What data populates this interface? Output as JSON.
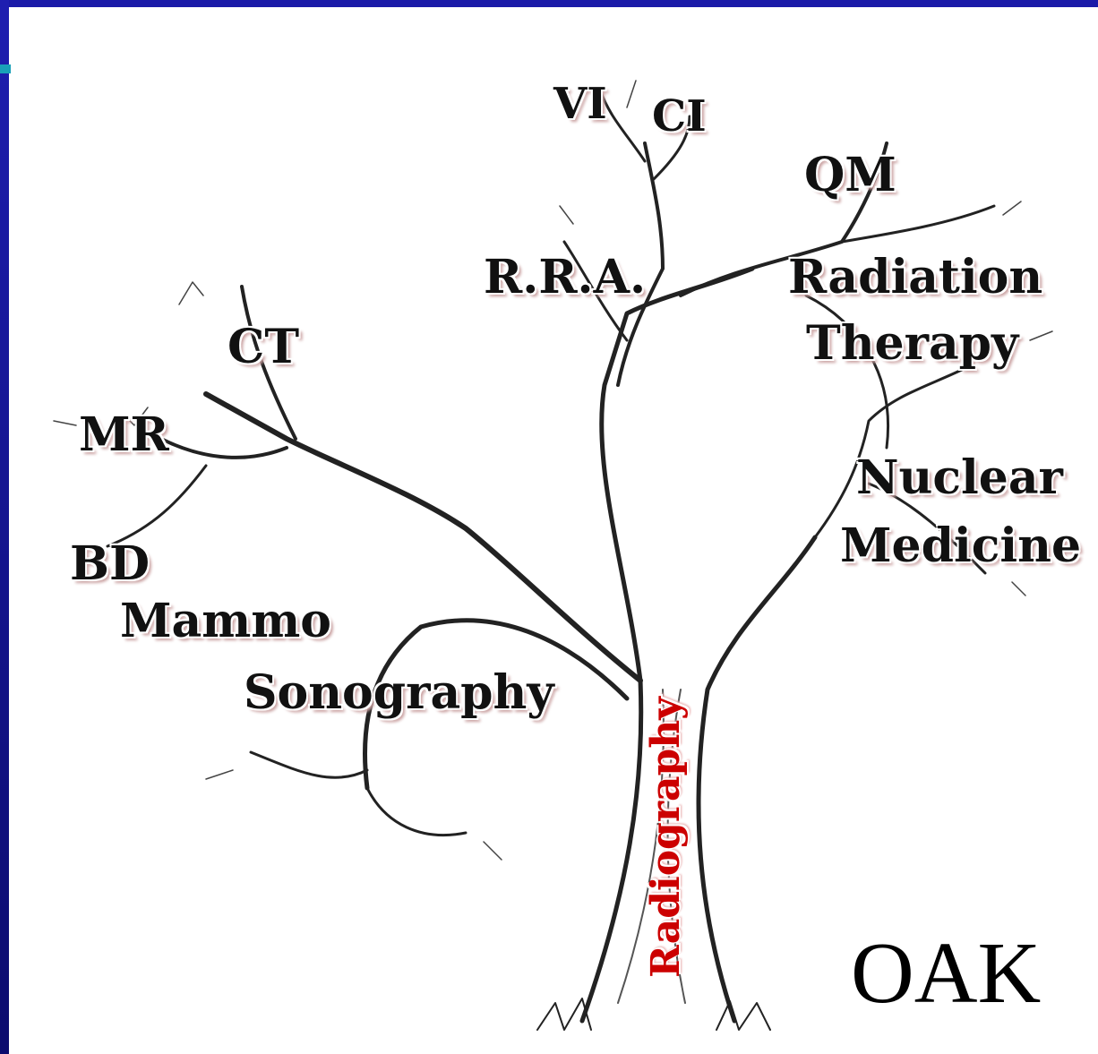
{
  "diagram": {
    "trunk_label": "Radiography",
    "tree_name": "OAK",
    "branches": {
      "vi": "VI",
      "ci": "CI",
      "qm": "QM",
      "rra": "R.R.A.",
      "radiation_therapy_line1": "Radiation",
      "radiation_therapy_line2": "Therapy",
      "ct": "CT",
      "mr": "MR",
      "nuclear_medicine_line1": "Nuclear",
      "nuclear_medicine_line2": "Medicine",
      "bd": "BD",
      "mammo": "Mammo",
      "sonography": "Sonography"
    },
    "colors": {
      "frame": "#1a1aa8",
      "accent": "#19a0b8",
      "trunk_label": "#cc0000",
      "label": "#111111"
    }
  }
}
